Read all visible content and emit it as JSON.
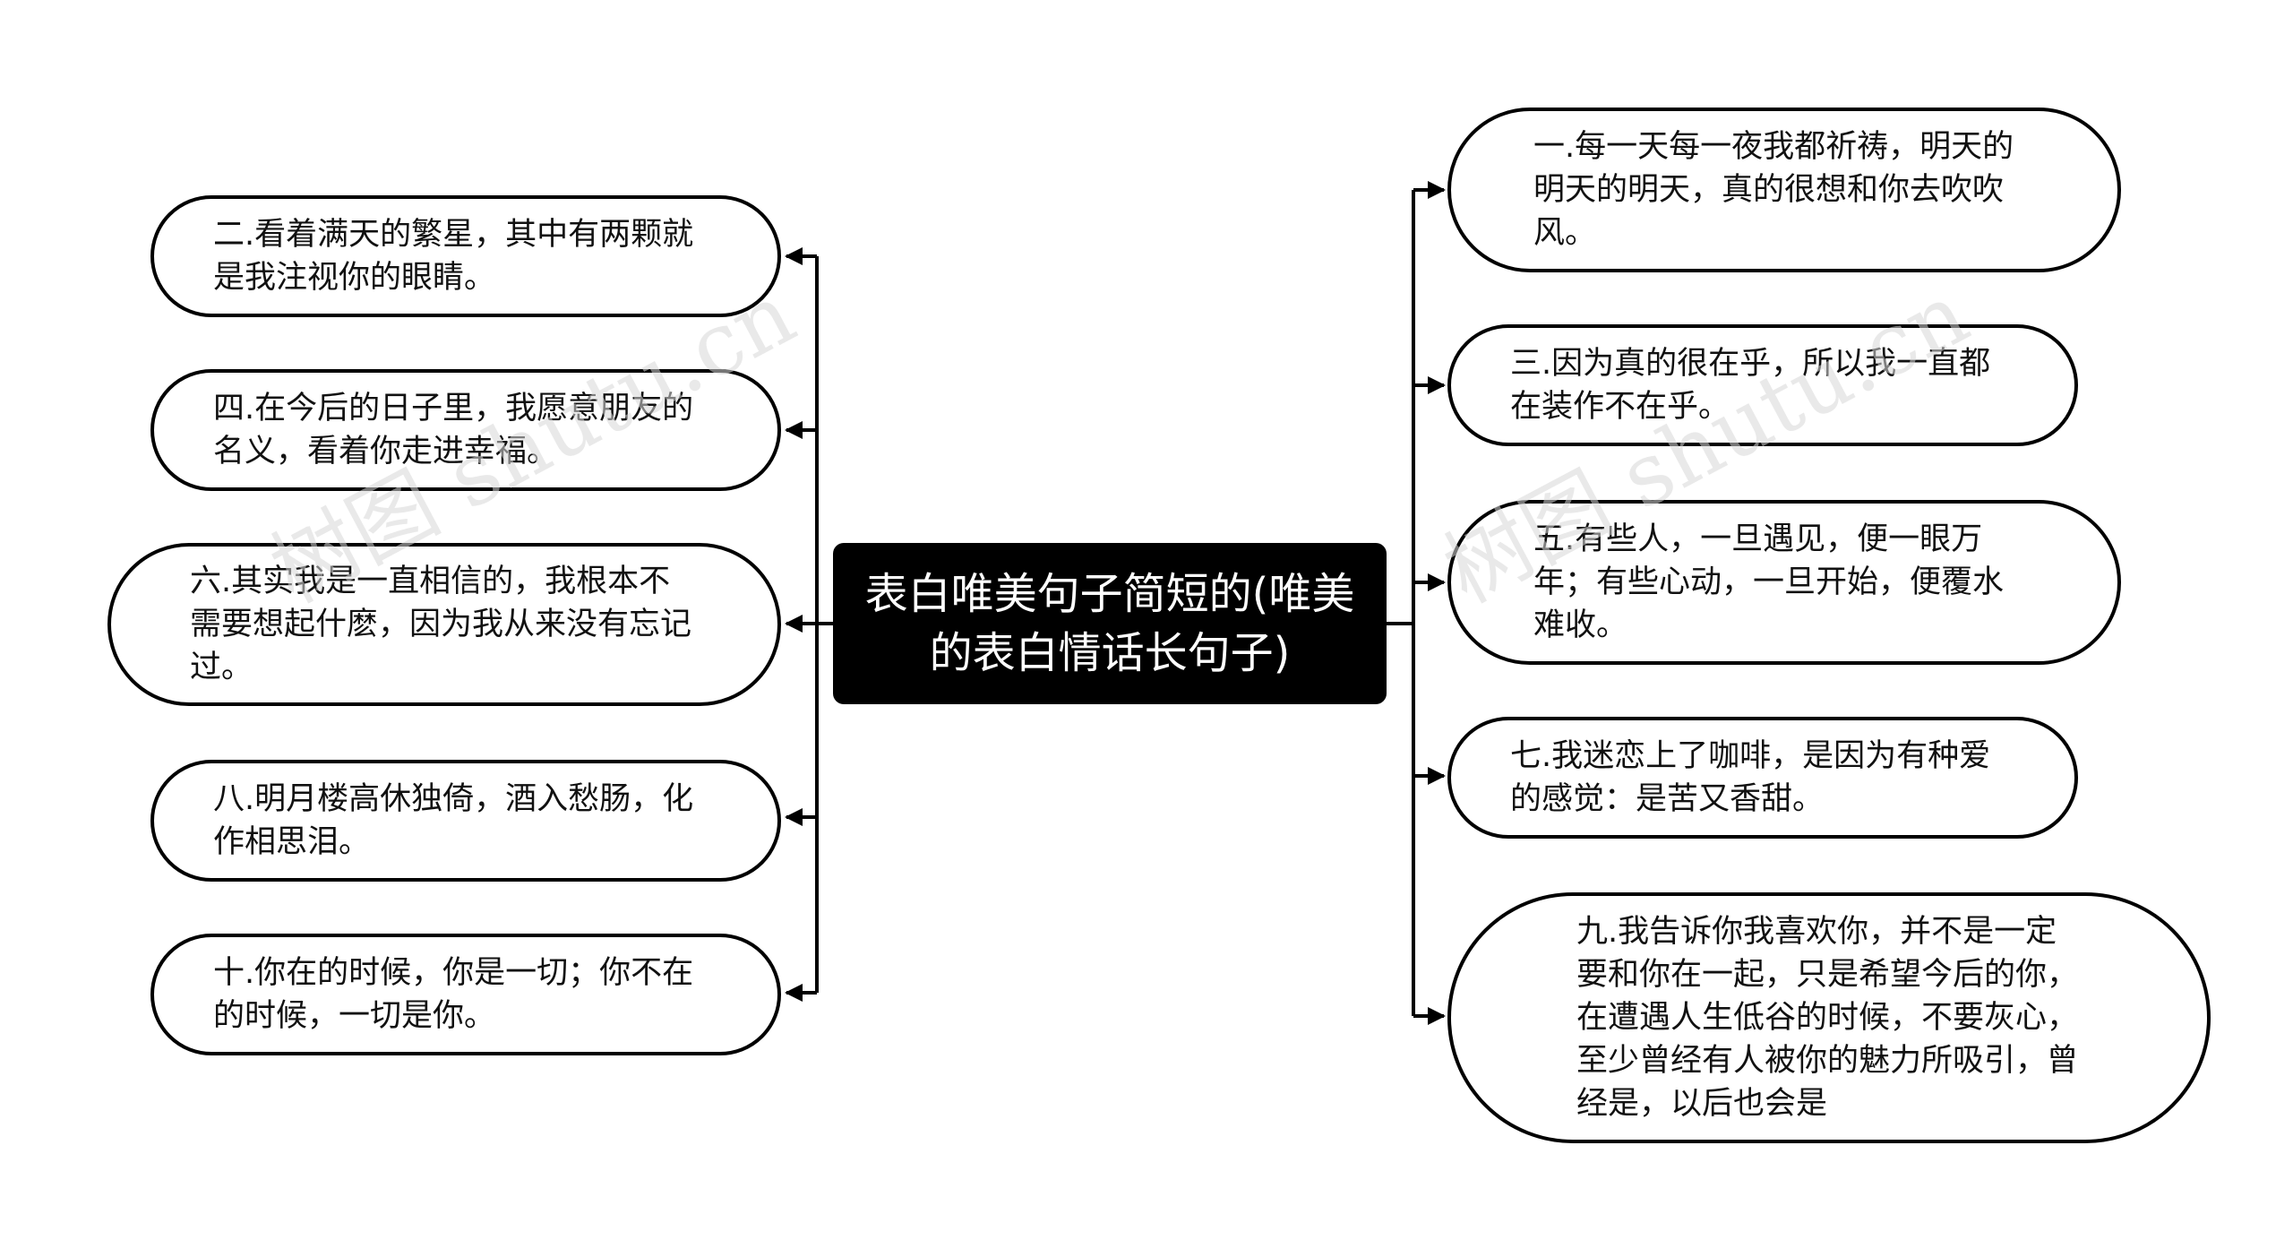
{
  "center_topic": "表白唯美句子简短的(唯美的表白情话长句子)",
  "left_branches": [
    "二.看着满天的繁星，其中有两颗就是我注视你的眼睛。",
    "四.在今后的日子里，我愿意朋友的名义，看着你走进幸福。",
    "六.其实我是一直相信的，我根本不需要想起什麽，因为我从来没有忘记过。",
    "八.明月楼高休独倚，酒入愁肠，化作相思泪。",
    "十.你在的时候，你是一切；你不在的时候，一切是你。"
  ],
  "right_branches": [
    "一.每一天每一夜我都祈祷，明天的明天的明天，真的很想和你去吹吹风。",
    "三.因为真的很在乎，所以我一直都在装作不在乎。",
    "五.有些人，一旦遇见，便一眼万年；有些心动，一旦开始，便覆水难收。",
    "七.我迷恋上了咖啡，是因为有种爱的感觉：是苦又香甜。",
    "九.我告诉你我喜欢你，并不是一定要和你在一起，只是希望今后的你，在遭遇人生低谷的时候，不要灰心，至少曾经有人被你的魅力所吸引，曾经是，以后也会是"
  ],
  "watermark": "树图 shutu.cn"
}
